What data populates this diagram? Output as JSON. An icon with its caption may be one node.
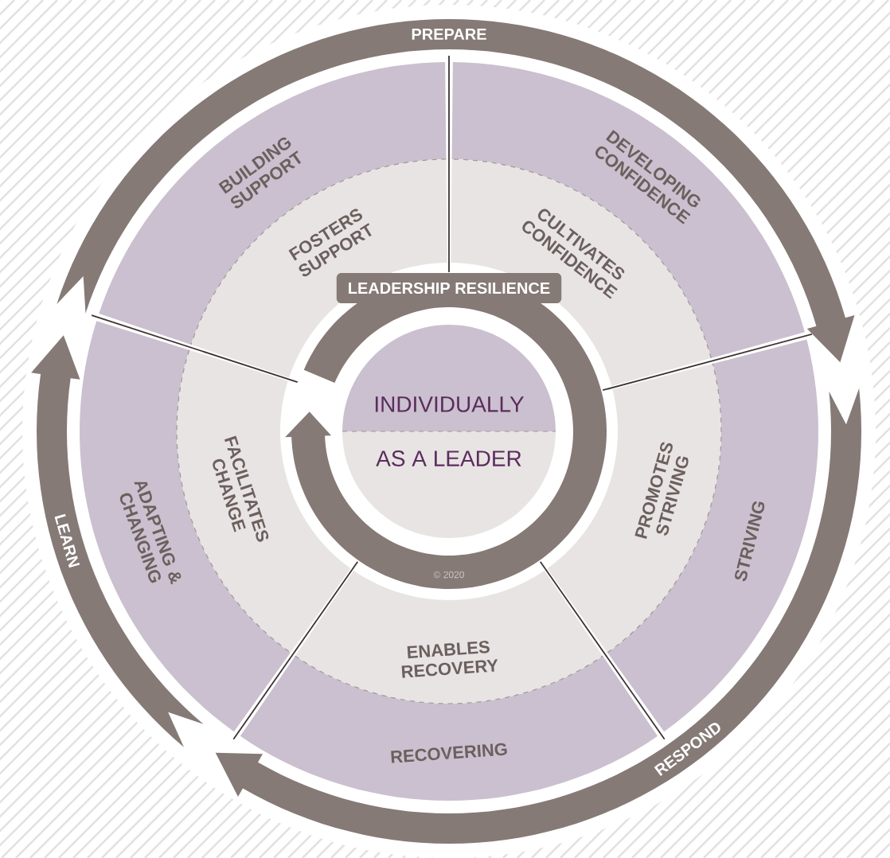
{
  "diagram": {
    "nodes": [
      {
        "text": [
          "PREPARE"
        ]
      },
      {
        "text": [
          "RESPOND"
        ]
      },
      {
        "text": [
          "LEARN"
        ]
      },
      {
        "text": [
          "BUILDING SUPPORT"
        ]
      },
      {
        "text": [
          "FOSTERS SUPPORT"
        ]
      },
      {
        "text": [
          "DEVELOPING CONFIDENCE"
        ]
      },
      {
        "text": [
          "CULTIVATES CONFIDENCE"
        ]
      },
      {
        "text": [
          "STRIVING"
        ]
      },
      {
        "text": [
          "PROMOTES STRIVING"
        ]
      },
      {
        "text": [
          "RECOVERING"
        ]
      },
      {
        "text": [
          "ENABLES RECOVERY"
        ]
      },
      {
        "text": [
          "ADAPTING & CHANGING"
        ]
      },
      {
        "text": [
          "FACILITATES CHANGE"
        ]
      },
      {
        "text": [
          "LEADERSHIP RESILIENCE"
        ]
      },
      {
        "text": [
          "INDIVIDUALLY",
          "AS A LEADER"
        ]
      }
    ],
    "labels": [
      "© 2020"
    ]
  }
}
